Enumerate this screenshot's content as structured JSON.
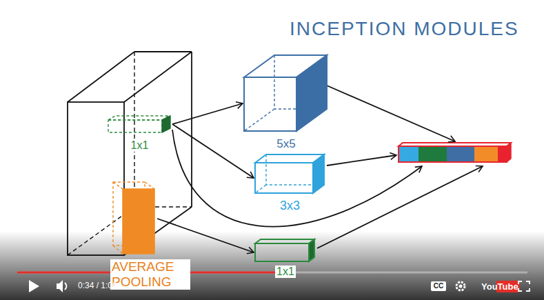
{
  "diagram": {
    "title": "INCEPTION MODULES",
    "nodes": [
      {
        "text": [
          "1x1"
        ]
      },
      {
        "text": [
          "5x5"
        ]
      },
      {
        "text": [
          "3x3"
        ]
      },
      {
        "text": [
          "AVERAGE POOLING"
        ]
      },
      {
        "text": [
          "1x1"
        ]
      }
    ],
    "edges": [
      {
        "from": 0,
        "to": 1,
        "arrow": "to"
      },
      {
        "from": 0,
        "to": 2,
        "arrow": "to"
      },
      {
        "from": 3,
        "to": 4,
        "arrow": "to"
      }
    ],
    "labels": [
      "0:34 / 1:06",
      "CC",
      "YouTube"
    ]
  }
}
